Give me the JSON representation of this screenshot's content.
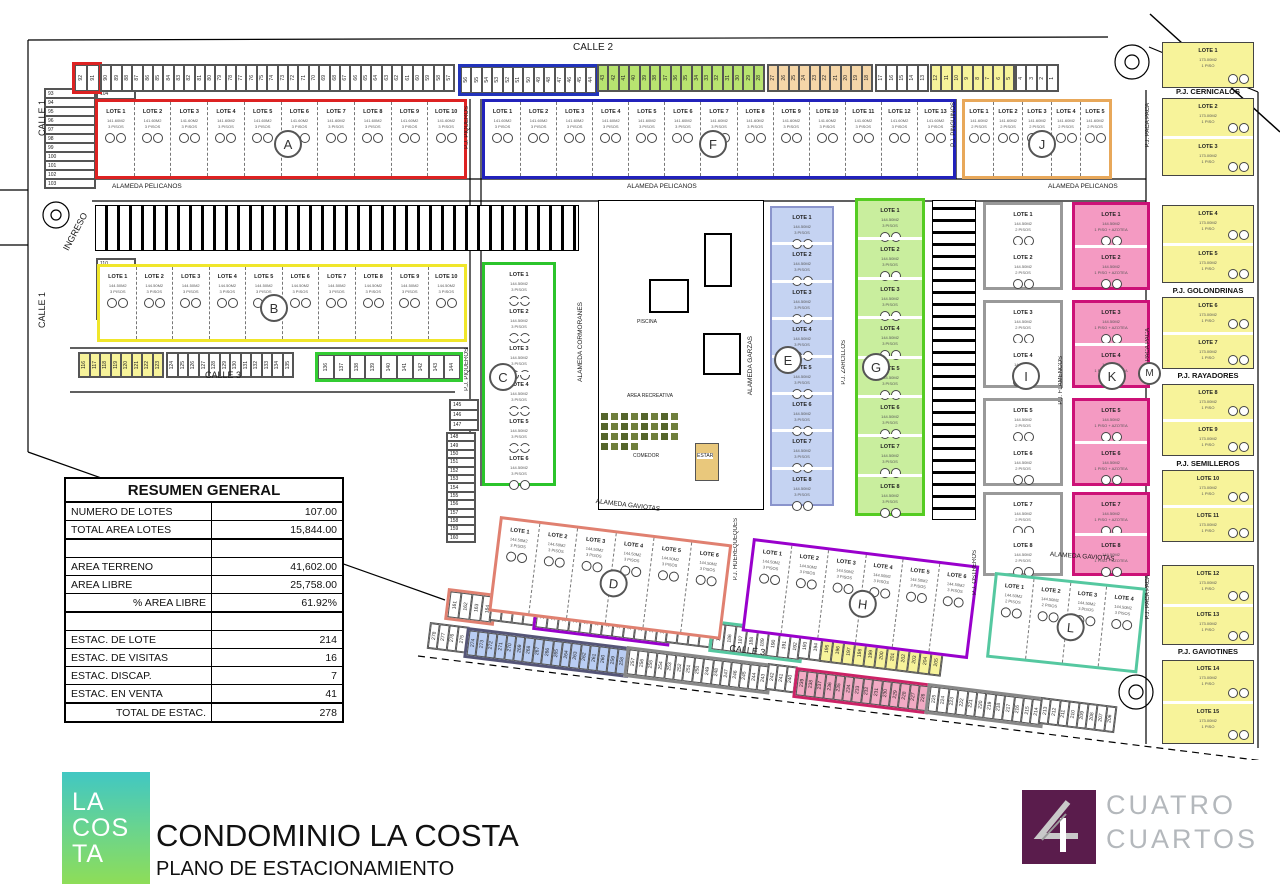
{
  "footer": {
    "logo_lines": [
      "LA",
      "COS",
      "TA"
    ],
    "title": "CONDOMINIO LA COSTA",
    "subtitle": "PLANO DE ESTACIONAMIENTO",
    "partner_logo_lines": [
      "CUATRO",
      "CUARTOS"
    ],
    "partner_logo_color": "#5a1c4c",
    "logo_gradient": [
      "#41c7c3",
      "#8edd58"
    ]
  },
  "summary_table": {
    "header": "RESUMEN GENERAL",
    "rows": [
      {
        "label": "NUMERO DE LOTES",
        "value": "107.00",
        "thick_bottom": false,
        "right_label": false
      },
      {
        "label": "TOTAL AREA LOTES",
        "value": "15,844.00",
        "thick_bottom": true,
        "right_label": false
      },
      {
        "label": "",
        "value": "",
        "thick_bottom": false,
        "right_label": false
      },
      {
        "label": "AREA TERRENO",
        "value": "41,602.00",
        "thick_bottom": false,
        "right_label": false
      },
      {
        "label": "AREA LIBRE",
        "value": "25,758.00",
        "thick_bottom": false,
        "right_label": false
      },
      {
        "label": "% AREA LIBRE",
        "value": "61.92%",
        "thick_bottom": true,
        "right_label": true
      },
      {
        "label": "",
        "value": "",
        "thick_bottom": false,
        "right_label": false
      },
      {
        "label": "ESTAC. DE LOTE",
        "value": "214",
        "thick_bottom": false,
        "right_label": false
      },
      {
        "label": "ESTAC. DE VISITAS",
        "value": "16",
        "thick_bottom": false,
        "right_label": false
      },
      {
        "label": "ESTAC. DISCAP.",
        "value": "7",
        "thick_bottom": false,
        "right_label": false
      },
      {
        "label": "ESTAC. EN VENTA",
        "value": "41",
        "thick_bottom": true,
        "right_label": false
      },
      {
        "label": "TOTAL DE ESTAC.",
        "value": "278",
        "thick_bottom": false,
        "right_label": true
      }
    ]
  },
  "streets": [
    {
      "id": "calle-1-top",
      "label": "CALLE 1"
    },
    {
      "id": "calle-1-bottom",
      "label": "CALLE 1"
    },
    {
      "id": "ingreso",
      "label": "INGRESO"
    },
    {
      "id": "calle-2",
      "label": "CALLE 2"
    },
    {
      "id": "calle-3-mid",
      "label": "CALLE 3"
    },
    {
      "id": "calle-3-bottom",
      "label": "CALLE 3"
    },
    {
      "id": "alameda-pelicanos-1",
      "label": "ALAMEDA PELICANOS"
    },
    {
      "id": "alameda-pelicanos-2",
      "label": "ALAMEDA PELICANOS"
    },
    {
      "id": "alameda-pelicanos-3",
      "label": "ALAMEDA PELICANOS"
    },
    {
      "id": "alameda-cormoranes",
      "label": "ALAMEDA CORMORANES"
    },
    {
      "id": "alameda-garzas",
      "label": "ALAMEDA GARZAS"
    },
    {
      "id": "alameda-gaviotas-1",
      "label": "ALAMEDA GAVIOTAS"
    },
    {
      "id": "alameda-gaviotas-2",
      "label": "ALAMEDA GAVIOTAS"
    },
    {
      "id": "pj-piqueros-1",
      "label": "P.J. PIQUEROS"
    },
    {
      "id": "pj-piqueros-2",
      "label": "P.J. PIQUEROS"
    },
    {
      "id": "pj-pinguinos",
      "label": "P.J. PINGÜINOS"
    },
    {
      "id": "pj-zarcillos",
      "label": "P.J. ZARCILLOS"
    },
    {
      "id": "pj-flamencos",
      "label": "P.J. FLAMENCOS"
    },
    {
      "id": "pj-ostreros",
      "label": "P.J. OSTREROS"
    },
    {
      "id": "pj-huerequeques",
      "label": "P.J. HUEREQUEQUES"
    },
    {
      "id": "pj-paca-paca-1",
      "label": "P.J. PACA PACA"
    },
    {
      "id": "pj-paca-paca-2",
      "label": "P.J. PACA PACA"
    },
    {
      "id": "pj-paca-paca-3",
      "label": "P.J. PACA PACA"
    }
  ],
  "amenities": [
    {
      "id": "piscina",
      "label": "PISCINA"
    },
    {
      "id": "area-recreativa",
      "label": "AREA RECREATIVA"
    },
    {
      "id": "comedor",
      "label": "COMEDOR"
    },
    {
      "id": "estar",
      "label": "ESTAR"
    }
  ],
  "blocks": [
    {
      "id": "A",
      "letter": "A",
      "stroke": "#dd2222",
      "fill": "#ffffff",
      "area": "141.60M2",
      "floors": "3 PISOS",
      "lots": [
        "LOTE 1",
        "LOTE 2",
        "LOTE 3",
        "LOTE 4",
        "LOTE 5",
        "LOTE 6",
        "LOTE 7",
        "LOTE 8",
        "LOTE 9",
        "LOTE 10"
      ]
    },
    {
      "id": "B",
      "letter": "B",
      "stroke": "#f0e62a",
      "fill": "#ffffff",
      "area": "144.50M2",
      "floors": "3 PISOS",
      "lots": [
        "LOTE 1",
        "LOTE 2",
        "LOTE 3",
        "LOTE 4",
        "LOTE 5",
        "LOTE 6",
        "LOTE 7",
        "LOTE 8",
        "LOTE 9",
        "LOTE 10"
      ]
    },
    {
      "id": "C",
      "letter": "C",
      "stroke": "#2bc42b",
      "fill": "#ffffff",
      "area": "144.50M2",
      "floors": "3 PISOS",
      "lots": [
        "LOTE 1",
        "LOTE 2",
        "LOTE 3",
        "LOTE 4",
        "LOTE 5",
        "LOTE 6"
      ]
    },
    {
      "id": "D",
      "letter": "D",
      "stroke": "#e08070",
      "fill": "#ffffff",
      "area": "144.50M2",
      "floors": "3 PISOS",
      "lots": [
        "LOTE 1",
        "LOTE 2",
        "LOTE 3",
        "LOTE 4",
        "LOTE 5",
        "LOTE 6"
      ]
    },
    {
      "id": "E",
      "letter": "E",
      "stroke": "#8a94cc",
      "fill": "#c5d3f2",
      "area": "144.50M2",
      "floors": "3 PISOS",
      "lots": [
        "LOTE 1",
        "LOTE 2",
        "LOTE 3",
        "LOTE 4",
        "LOTE 5",
        "LOTE 6",
        "LOTE 7",
        "LOTE 8"
      ]
    },
    {
      "id": "F",
      "letter": "F",
      "stroke": "#2222bb",
      "fill": "#ffffff",
      "area": "141.60M2",
      "floors": "3 PISOS",
      "lots": [
        "LOTE 1",
        "LOTE 2",
        "LOTE 3",
        "LOTE 4",
        "LOTE 5",
        "LOTE 6",
        "LOTE 7",
        "LOTE 8",
        "LOTE 9",
        "LOTE 10",
        "LOTE 11",
        "LOTE 12",
        "LOTE 13"
      ]
    },
    {
      "id": "G",
      "letter": "G",
      "stroke": "#55cc22",
      "fill": "#c9ee9e",
      "area": "144.50M2",
      "floors": "3 PISOS",
      "lots": [
        "LOTE 1",
        "LOTE 2",
        "LOTE 3",
        "LOTE 4",
        "LOTE 5",
        "LOTE 6",
        "LOTE 7",
        "LOTE 8"
      ]
    },
    {
      "id": "H",
      "letter": "H",
      "stroke": "#9900cc",
      "fill": "#ffffff",
      "area": "144.50M2",
      "floors": "3 PISOS",
      "lots": [
        "LOTE 1",
        "LOTE 2",
        "LOTE 3",
        "LOTE 4",
        "LOTE 5",
        "LOTE 6"
      ]
    },
    {
      "id": "I",
      "letter": "I",
      "stroke": "#999999",
      "fill": "#ffffff",
      "area": "144.50M2",
      "floors": "2 PISOS",
      "lots": [
        "LOTE 1",
        "LOTE 2",
        "LOTE 3",
        "LOTE 4",
        "LOTE 5",
        "LOTE 6",
        "LOTE 7",
        "LOTE 8"
      ]
    },
    {
      "id": "J",
      "letter": "J",
      "stroke": "#e8a85a",
      "fill": "#ffffff",
      "area": "141.60M2",
      "floors": "2 PISOS",
      "lots": [
        "LOTE 1",
        "LOTE 2",
        "LOTE 3",
        "LOTE 4",
        "LOTE 5"
      ]
    },
    {
      "id": "K",
      "letter": "K",
      "stroke": "#cc1177",
      "fill": "#f49ac2",
      "area": "144.50M2",
      "floors": "1 PISO + AZOTEA",
      "lots": [
        "LOTE 1",
        "LOTE 2",
        "LOTE 3",
        "LOTE 4",
        "LOTE 5",
        "LOTE 6",
        "LOTE 7",
        "LOTE 8"
      ]
    },
    {
      "id": "L",
      "letter": "L",
      "stroke": "#55c8a0",
      "fill": "#ffffff",
      "area": "144.50M2",
      "floors": "2 PISOS",
      "floors_per_lot": [
        "2 PISOS",
        "2 PISOS",
        "3 PISOS",
        "3 PISOS"
      ],
      "lots": [
        "LOTE 1",
        "LOTE 2",
        "LOTE 3",
        "LOTE 4"
      ]
    }
  ],
  "right_column": {
    "letter": "M",
    "area": "173.00M2",
    "floors": "1 PISO",
    "fill": "#f7f39a",
    "sections": [
      {
        "lots": [
          "LOTE 1"
        ],
        "street_below": "P.J. CERNICALOS"
      },
      {
        "lots": [
          "LOTE 2",
          "LOTE 3"
        ],
        "street_below": ""
      },
      {
        "lots": [
          "LOTE 4",
          "LOTE 5"
        ],
        "street_below": "P.J. GOLONDRINAS"
      },
      {
        "lots": [
          "LOTE 6",
          "LOTE 7"
        ],
        "street_below": "P.J. RAYADORES"
      },
      {
        "lots": [
          "LOTE 8",
          "LOTE 9"
        ],
        "street_below": "P.J. SEMILLEROS"
      },
      {
        "lots": [
          "LOTE 10",
          "LOTE 11"
        ],
        "street_below": ""
      },
      {
        "lots": [
          "LOTE 12",
          "LOTE 13"
        ],
        "street_below": "P.J. GAVIOTINES"
      },
      {
        "lots": [
          "LOTE 14",
          "LOTE 15"
        ],
        "street_below": ""
      }
    ]
  },
  "parking_strips": [
    {
      "id": "left_outer",
      "from": 93,
      "to": 103
    },
    {
      "id": "left_inner_top",
      "from": 104,
      "to": 109
    },
    {
      "id": "left_inner_bottom",
      "from": 110,
      "to": 115
    },
    {
      "id": "top_red",
      "from": 92,
      "to": 91,
      "stroke": "#dd2222"
    },
    {
      "id": "top_white_1",
      "from": 90,
      "to": 57
    },
    {
      "id": "top_blue",
      "from": 56,
      "to": 44,
      "stroke": "#2233bb"
    },
    {
      "id": "top_green",
      "from": 43,
      "to": 28,
      "fill": "#b8e470"
    },
    {
      "id": "top_orange",
      "from": 27,
      "to": 18,
      "fill": "#f5d6a8"
    },
    {
      "id": "top_white_2",
      "from": 17,
      "to": 13
    },
    {
      "id": "top_yellow",
      "from": 12,
      "to": 5,
      "fill": "#f7f39a"
    },
    {
      "id": "top_white_3",
      "from": 4,
      "to": 1
    },
    {
      "id": "mid_yellow",
      "from": 116,
      "to": 123,
      "fill": "#f7f39a"
    },
    {
      "id": "mid_white",
      "from": 124,
      "to": 135
    },
    {
      "id": "mid_green",
      "from": 136,
      "to": 144,
      "stroke": "#33cc33"
    },
    {
      "id": "center_top",
      "from": 145,
      "to": 147
    },
    {
      "id": "center_col",
      "from": 148,
      "to": 160
    },
    {
      "id": "diag_salmon",
      "from": 161,
      "to": 164,
      "stroke": "#e08070"
    },
    {
      "id": "diag_white_1",
      "from": 165,
      "to": 168
    },
    {
      "id": "diag_purple",
      "from": 169,
      "to": 180,
      "stroke": "#9900cc"
    },
    {
      "id": "diag_white_2",
      "from": 181,
      "to": 184
    },
    {
      "id": "diag_teal",
      "from": 185,
      "to": 192,
      "stroke": "#55c8a0"
    },
    {
      "id": "diag_white_3",
      "from": 193,
      "to": 194
    },
    {
      "id": "diag_yellow",
      "from": 195,
      "to": 205,
      "fill": "#f7f39a"
    },
    {
      "id": "diag2_white_1",
      "from": 278,
      "to": 275
    },
    {
      "id": "diag2_blue",
      "from": 274,
      "to": 258,
      "fill": "#b9cdf3",
      "stroke": "#555577"
    },
    {
      "id": "diag2_gray",
      "from": 257,
      "to": 243,
      "stroke": "#888888"
    },
    {
      "id": "diag2_white_2",
      "from": 242,
      "to": 240
    },
    {
      "id": "diag2_pink",
      "from": 239,
      "to": 226,
      "fill": "#f2aac4",
      "stroke": "#cc2266"
    },
    {
      "id": "diag2_gray_2",
      "from": 225,
      "to": 214,
      "stroke": "#888888"
    },
    {
      "id": "diag2_white_3",
      "from": 213,
      "to": 206
    }
  ]
}
